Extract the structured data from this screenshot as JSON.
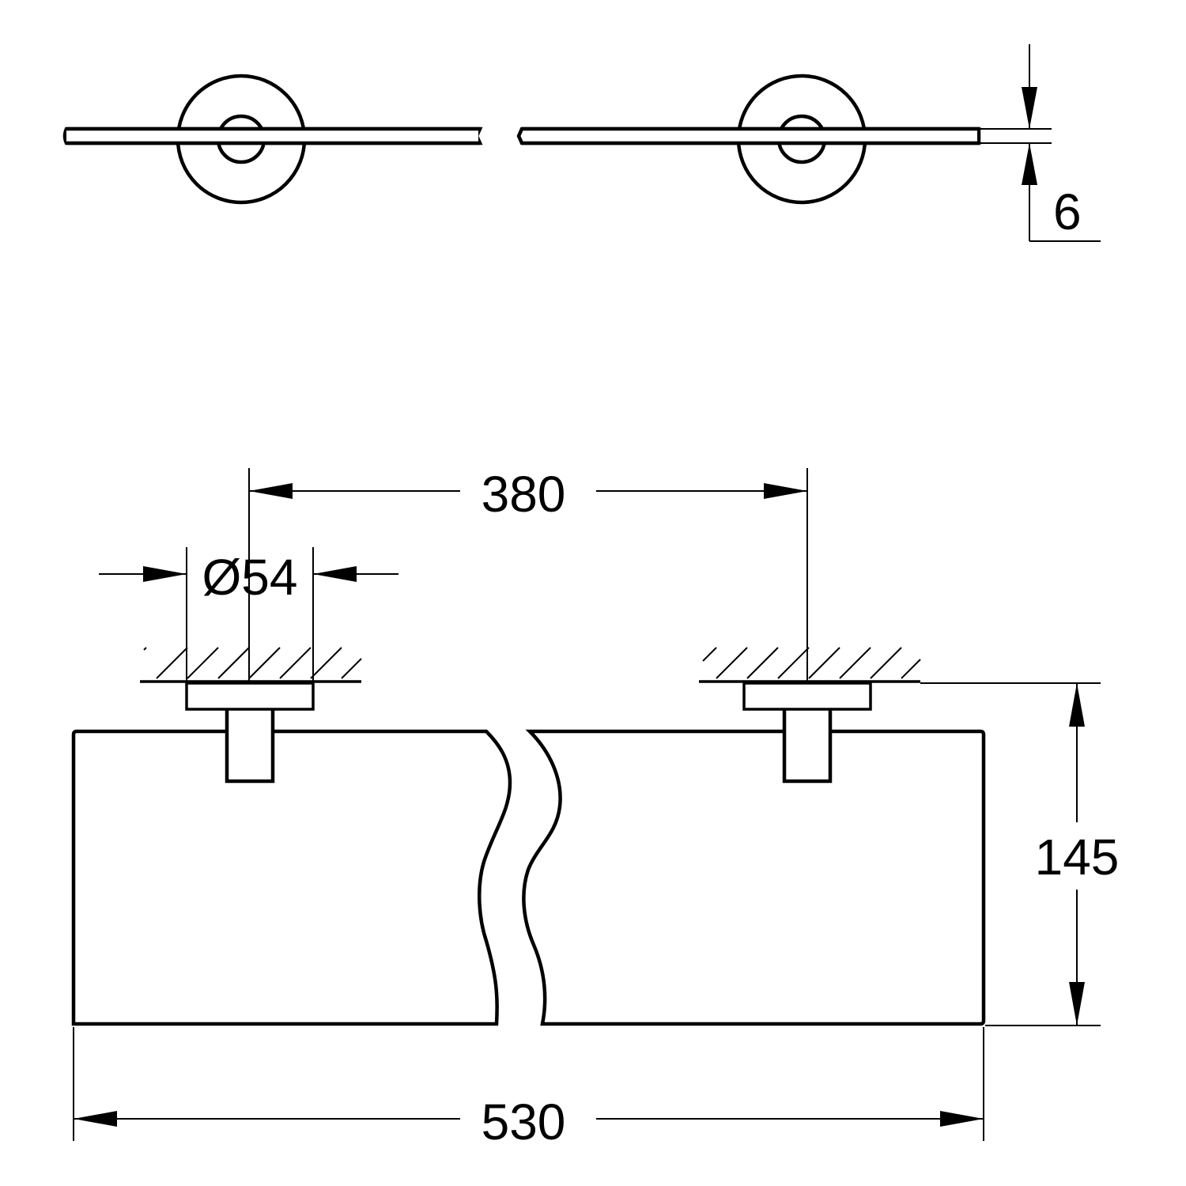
{
  "drawing": {
    "dimensions": {
      "glass_thickness": "6",
      "bracket_spacing": "380",
      "bracket_diameter": "Ø54",
      "shelf_depth": "145",
      "overall_width": "530"
    },
    "colors": {
      "line": "#000000",
      "background": "#ffffff"
    }
  }
}
